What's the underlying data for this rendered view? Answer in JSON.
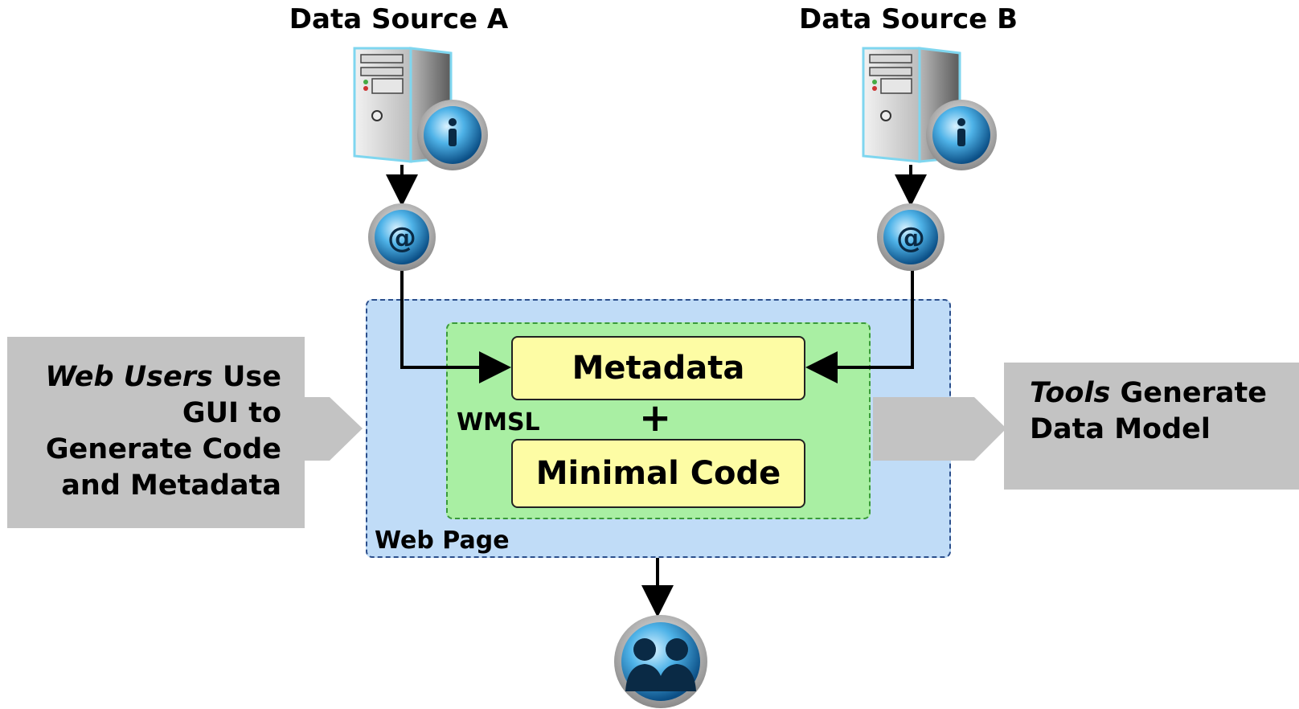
{
  "sources": {
    "a": {
      "title": "Data Source A"
    },
    "b": {
      "title": "Data Source B"
    }
  },
  "web_page": {
    "label": "Web Page"
  },
  "wmsl": {
    "label": "WMSL",
    "plus": "+"
  },
  "metadata": {
    "label": "Metadata"
  },
  "minimal_code": {
    "label": "Minimal Code"
  },
  "left_panel": {
    "line1_italic": "Web Users",
    "line1_rest": " Use",
    "line2": "GUI to",
    "line3": "Generate Code",
    "line4": "and Metadata"
  },
  "right_panel": {
    "line1_italic": "Tools",
    "line1_rest": " Generate",
    "line2": "Data Model"
  },
  "icons": [
    "server-info-icon",
    "at-sign-icon",
    "users-icon"
  ],
  "colors": {
    "web_page_fill": "#c0dcf7",
    "wmsl_fill": "#a9efa3",
    "box_fill": "#fdfca4",
    "panel_fill": "#c3c3c3"
  }
}
